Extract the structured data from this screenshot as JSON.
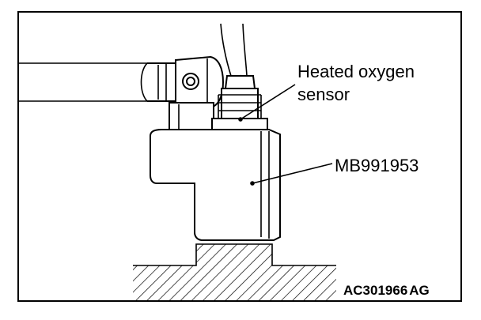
{
  "labels": {
    "sensor_line1": "Heated oxygen",
    "sensor_line2": "sensor",
    "tool": "MB991953"
  },
  "figure_code": "AC301966",
  "figure_suffix": "AG"
}
